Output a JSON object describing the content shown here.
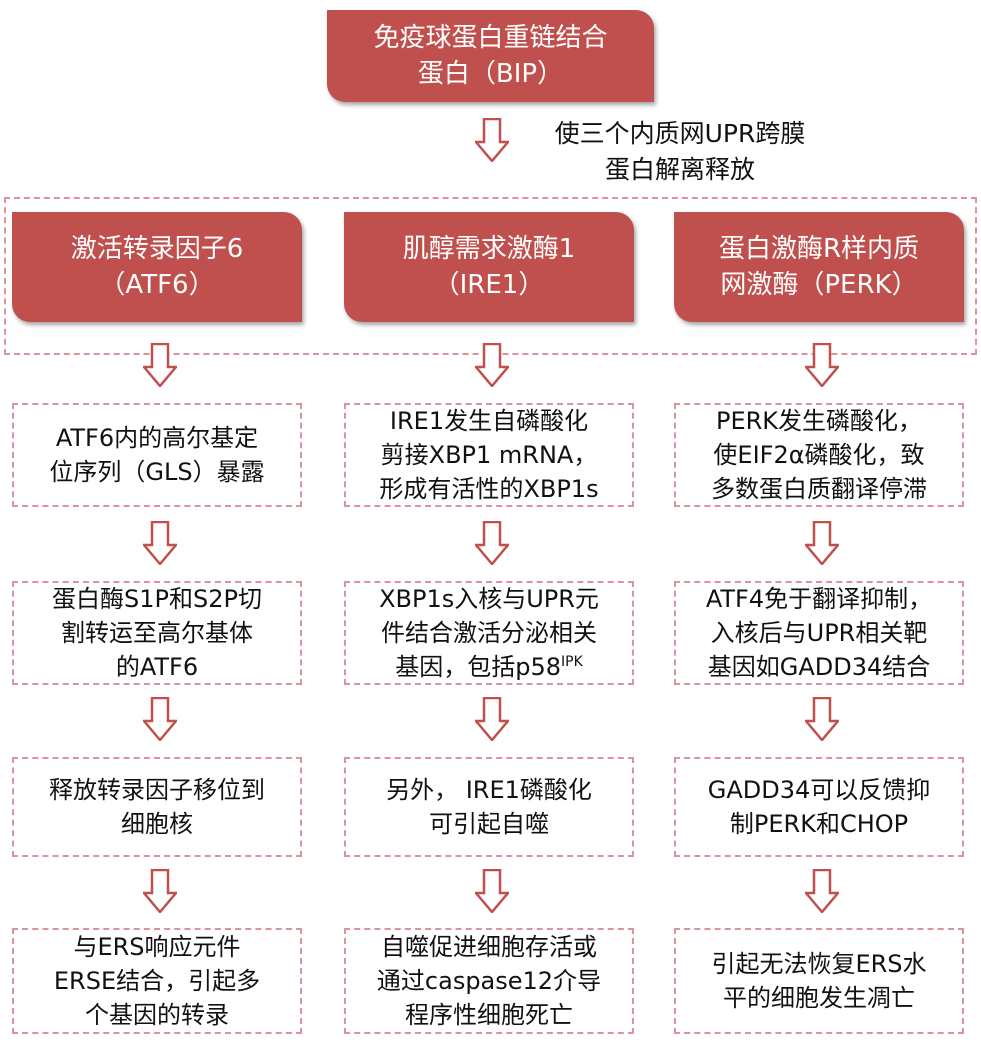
{
  "top": {
    "line1": "免疫球蛋白重链结合",
    "line2": "蛋白（BIP）"
  },
  "top_note": {
    "line1": "使三个内质网UPR跨膜",
    "line2": "蛋白解离释放"
  },
  "sensors": [
    {
      "line1": "激活转录因子6",
      "line2": "（ATF6）"
    },
    {
      "line1": "肌醇需求激酶1",
      "line2": "（IRE1）"
    },
    {
      "line1": "蛋白激酶R样内质",
      "line2": "网激酶（PERK）"
    }
  ],
  "atf6_steps": [
    [
      "ATF6内的高尔基定",
      "位序列（GLS）暴露"
    ],
    [
      "蛋白酶S1P和S2P切",
      "割转运至高尔基体",
      "的ATF6"
    ],
    [
      "释放转录因子移位到",
      "细胞核"
    ],
    [
      "与ERS响应元件",
      "ERSE结合，引起多",
      "个基因的转录"
    ]
  ],
  "ire1_steps": [
    [
      "IRE1发生自磷酸化",
      "剪接XBP1 mRNA，",
      "形成有活性的XBP1s"
    ],
    [
      "XBP1s入核与UPR元",
      "件结合激活分泌相关",
      "基因，包括p58"
    ],
    [
      "另外， IRE1磷酸化",
      "可引起自噬"
    ],
    [
      "自噬促进细胞存活或",
      "通过caspase12介导",
      "程序性细胞死亡"
    ]
  ],
  "ire1_sup": "IPK",
  "perk_steps": [
    [
      "PERK发生磷酸化，",
      "使EIF2α磷酸化，致",
      "多数蛋白质翻译停滞"
    ],
    [
      "ATF4免于翻译抑制，",
      "入核后与UPR相关靶",
      "基因如GADD34结合"
    ],
    [
      "GADD34可以反馈抑",
      "制PERK和CHOP"
    ],
    [
      "引起无法恢复ERS水",
      "平的细胞发生凋亡"
    ]
  ]
}
